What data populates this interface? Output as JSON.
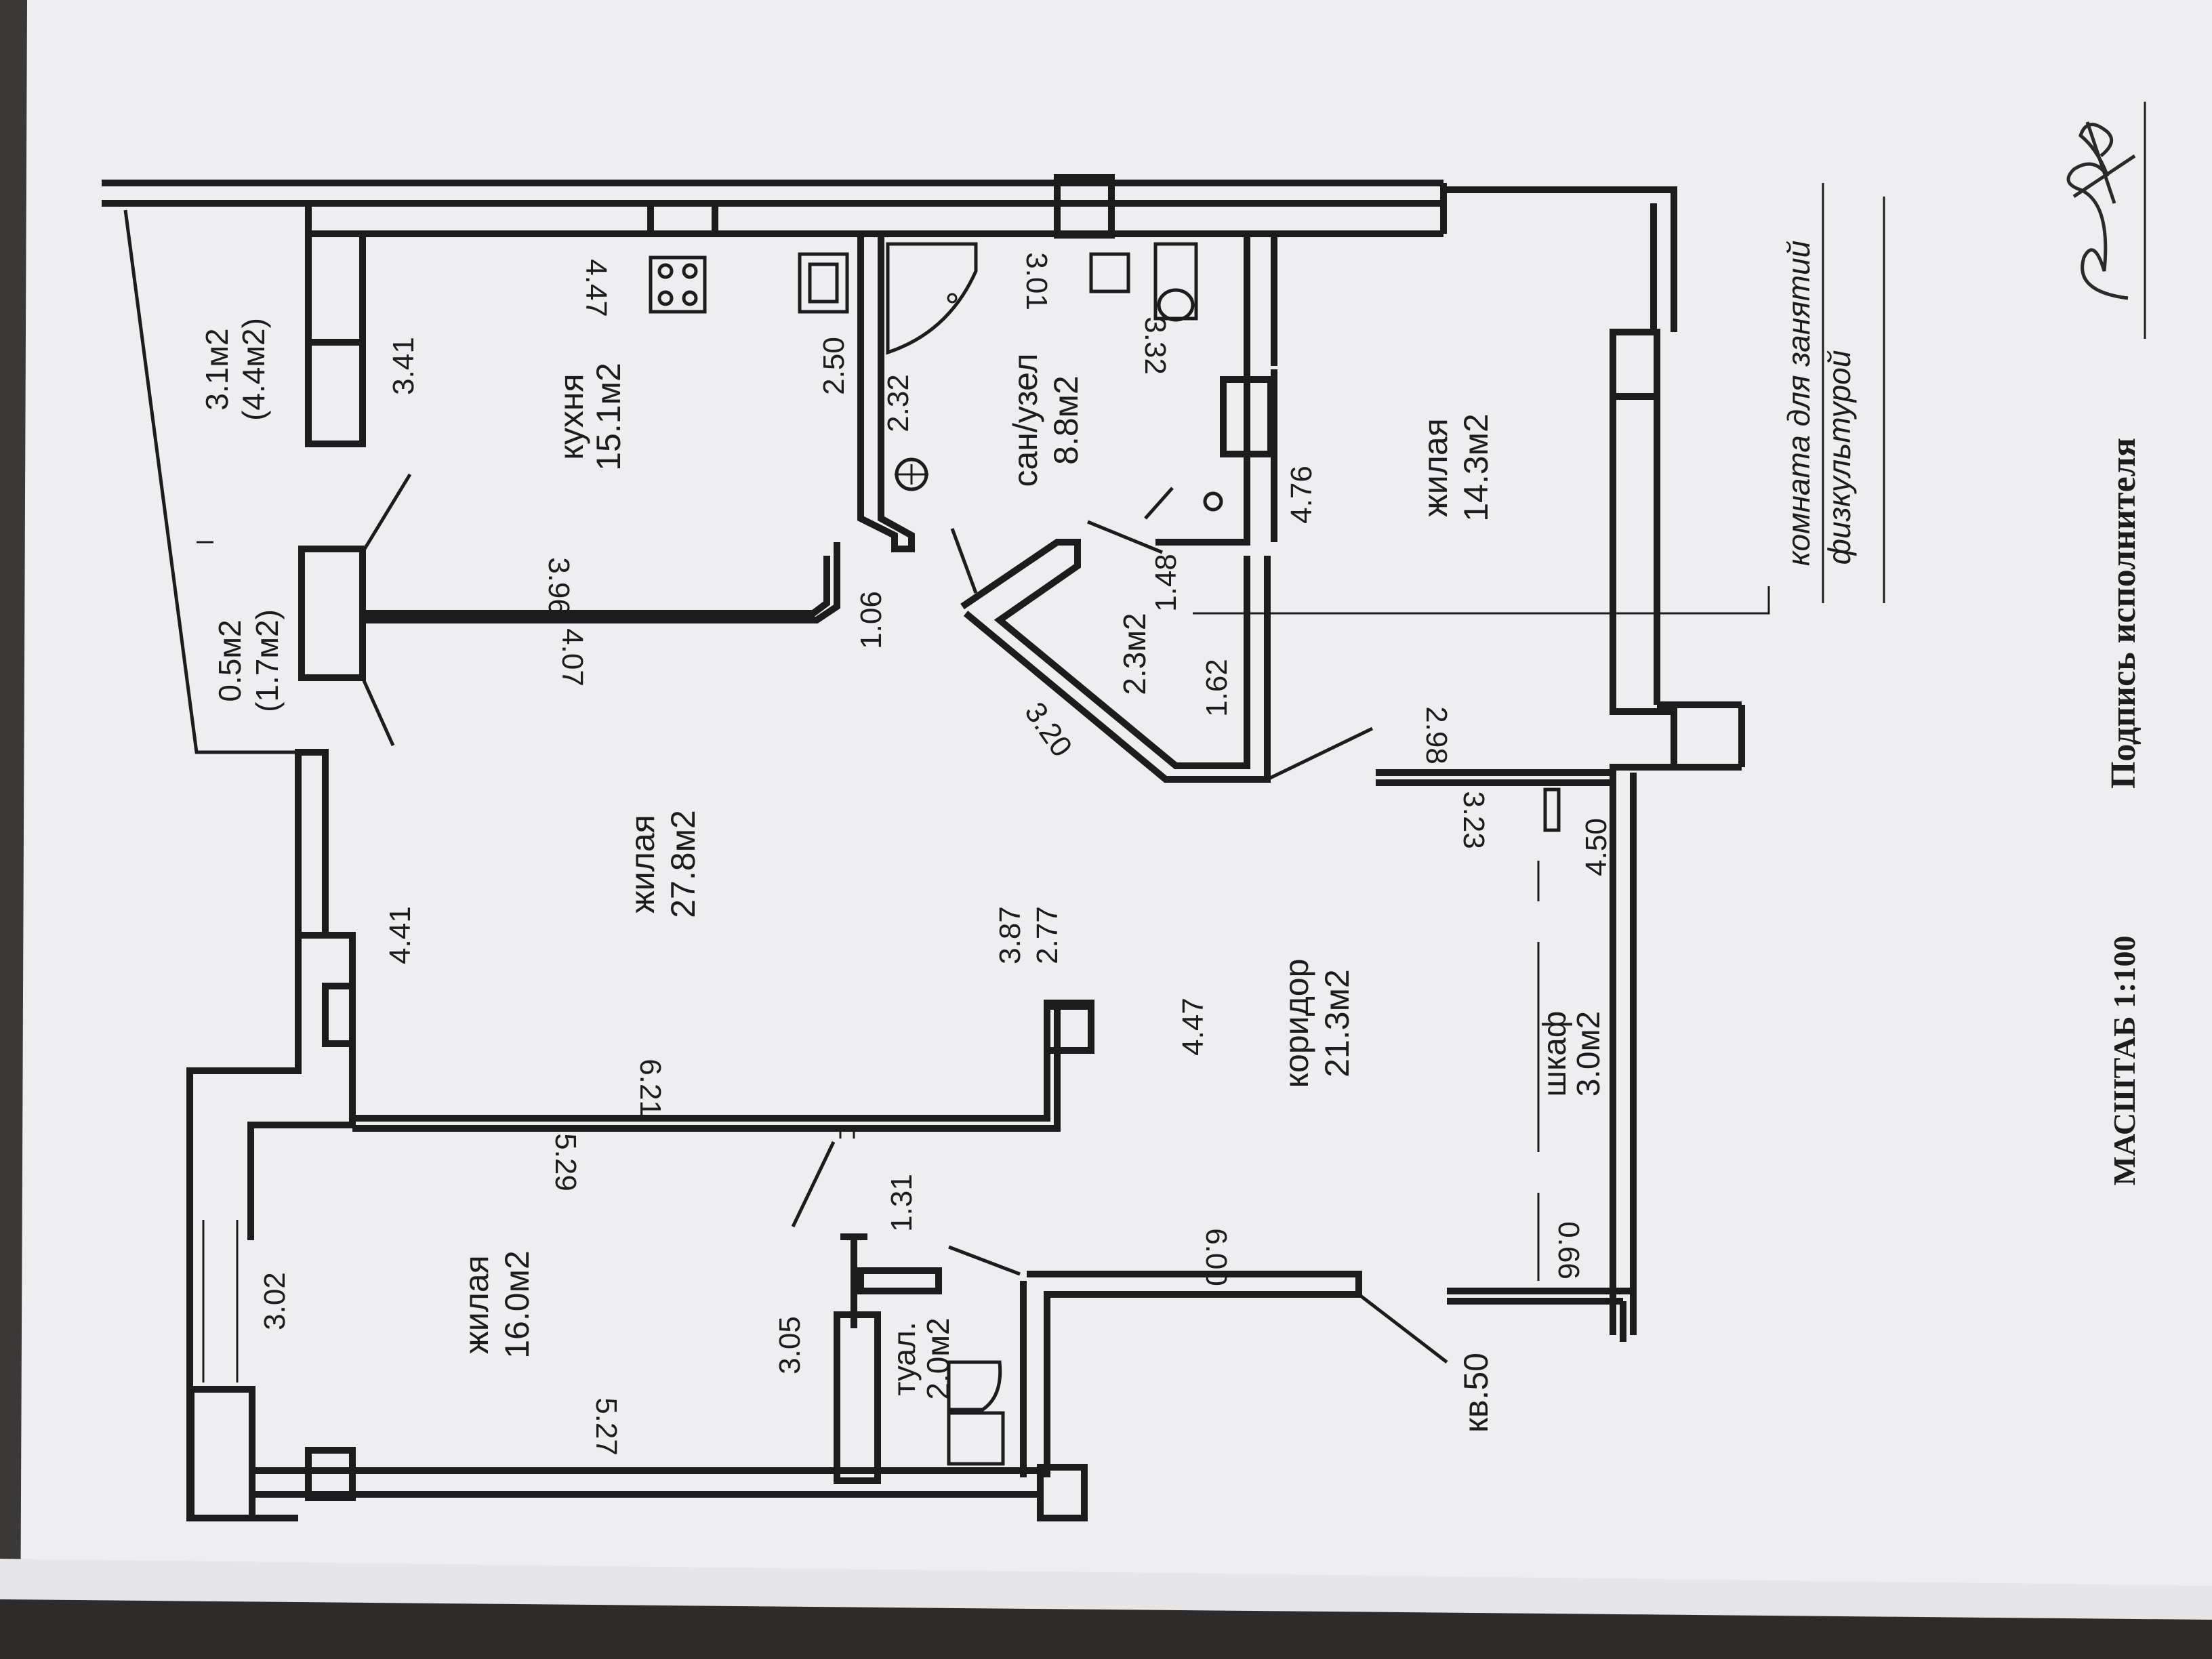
{
  "plan": {
    "rooms": {
      "balcony_top": {
        "area": "3.1м2",
        "area_alt": "(4.4м2)"
      },
      "balcony_bottom": {
        "area": "0.5м2",
        "area_alt": "(1.7м2)"
      },
      "kitchen": {
        "name": "кухня",
        "area": "15.1м2"
      },
      "bathroom": {
        "name": "сан/узел",
        "area": "8.8м2"
      },
      "storage": {
        "area": "2.3м2"
      },
      "living_large": {
        "name": "жилая",
        "area": "27.8м2"
      },
      "living_right": {
        "name": "жилая",
        "area": "14.3м2"
      },
      "living_bottom": {
        "name": "жилая",
        "area": "16.0м2"
      },
      "corridor": {
        "name": "коридор",
        "area": "21.3м2"
      },
      "closet": {
        "name": "шкаф",
        "area": "3.0м2"
      },
      "toilet": {
        "name": "туал.",
        "area": "2.0м2"
      }
    },
    "dimensions": {
      "d447a": "4.47",
      "d341": "3.41",
      "d250": "2.50",
      "d232": "2.32",
      "d301": "3.01",
      "d332": "3.32",
      "d396": "3.96",
      "d407": "4.07",
      "d106": "1.06",
      "d148": "1.48",
      "d162": "1.62",
      "d320": "3.20",
      "d476": "4.76",
      "d298": "2.98",
      "d323": "3.23",
      "d450": "4.50",
      "d441": "4.41",
      "d387": "3.87",
      "d277": "2.77",
      "d447b": "4.47",
      "d621": "6.21",
      "d529": "5.29",
      "d131": "1.31",
      "d302": "3.02",
      "d305": "3.05",
      "d600": "6.00",
      "d066": "0.66",
      "d527": "5.27"
    },
    "apartment": "кв.50",
    "annotation": {
      "line1": "комната для занятий",
      "line2": "физкультурой"
    }
  },
  "footer": {
    "scale": "МАСШТАБ 1:100",
    "signature_label": "Подпись исполнителя"
  }
}
